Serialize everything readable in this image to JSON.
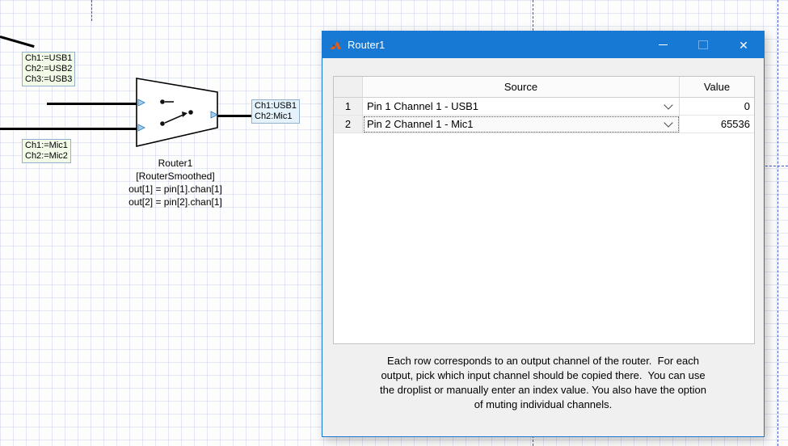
{
  "canvas": {
    "wire_labels": {
      "usb": {
        "line1": "Ch1:=USB1",
        "line2": "Ch2:=USB2",
        "line3": "Ch3:=USB3"
      },
      "mic": {
        "line1": "Ch1:=Mic1",
        "line2": "Ch2:=Mic2"
      },
      "output": {
        "line1": "Ch1:USB1",
        "line2": "Ch2:Mic1"
      }
    },
    "block": {
      "name": "Router1",
      "class": "[RouterSmoothed]",
      "annotation1": "out[1] = pin[1].chan[1]",
      "annotation2": "out[2] = pin[2].chan[1]"
    }
  },
  "dialog": {
    "title": "Router1",
    "controls": {
      "close": "✕"
    },
    "table": {
      "header": {
        "index": "",
        "source": "Source",
        "value": "Value"
      },
      "rows": [
        {
          "index": "1",
          "source": "Pin 1 Channel 1 - USB1",
          "value": "0"
        },
        {
          "index": "2",
          "source": "Pin 2 Channel 1 - Mic1",
          "value": "65536"
        }
      ]
    },
    "description": {
      "line1": "Each row corresponds to an output channel of the router.  For each",
      "line2": "output, pick which input channel should be copied there.  You can use",
      "line3": "the droplist or manually enter an index value. You also have the option",
      "line4": "of muting individual channels."
    }
  },
  "colors": {
    "titlebar": "#1779d4",
    "page_break_line": "#4456c9",
    "wire": "#000000"
  }
}
